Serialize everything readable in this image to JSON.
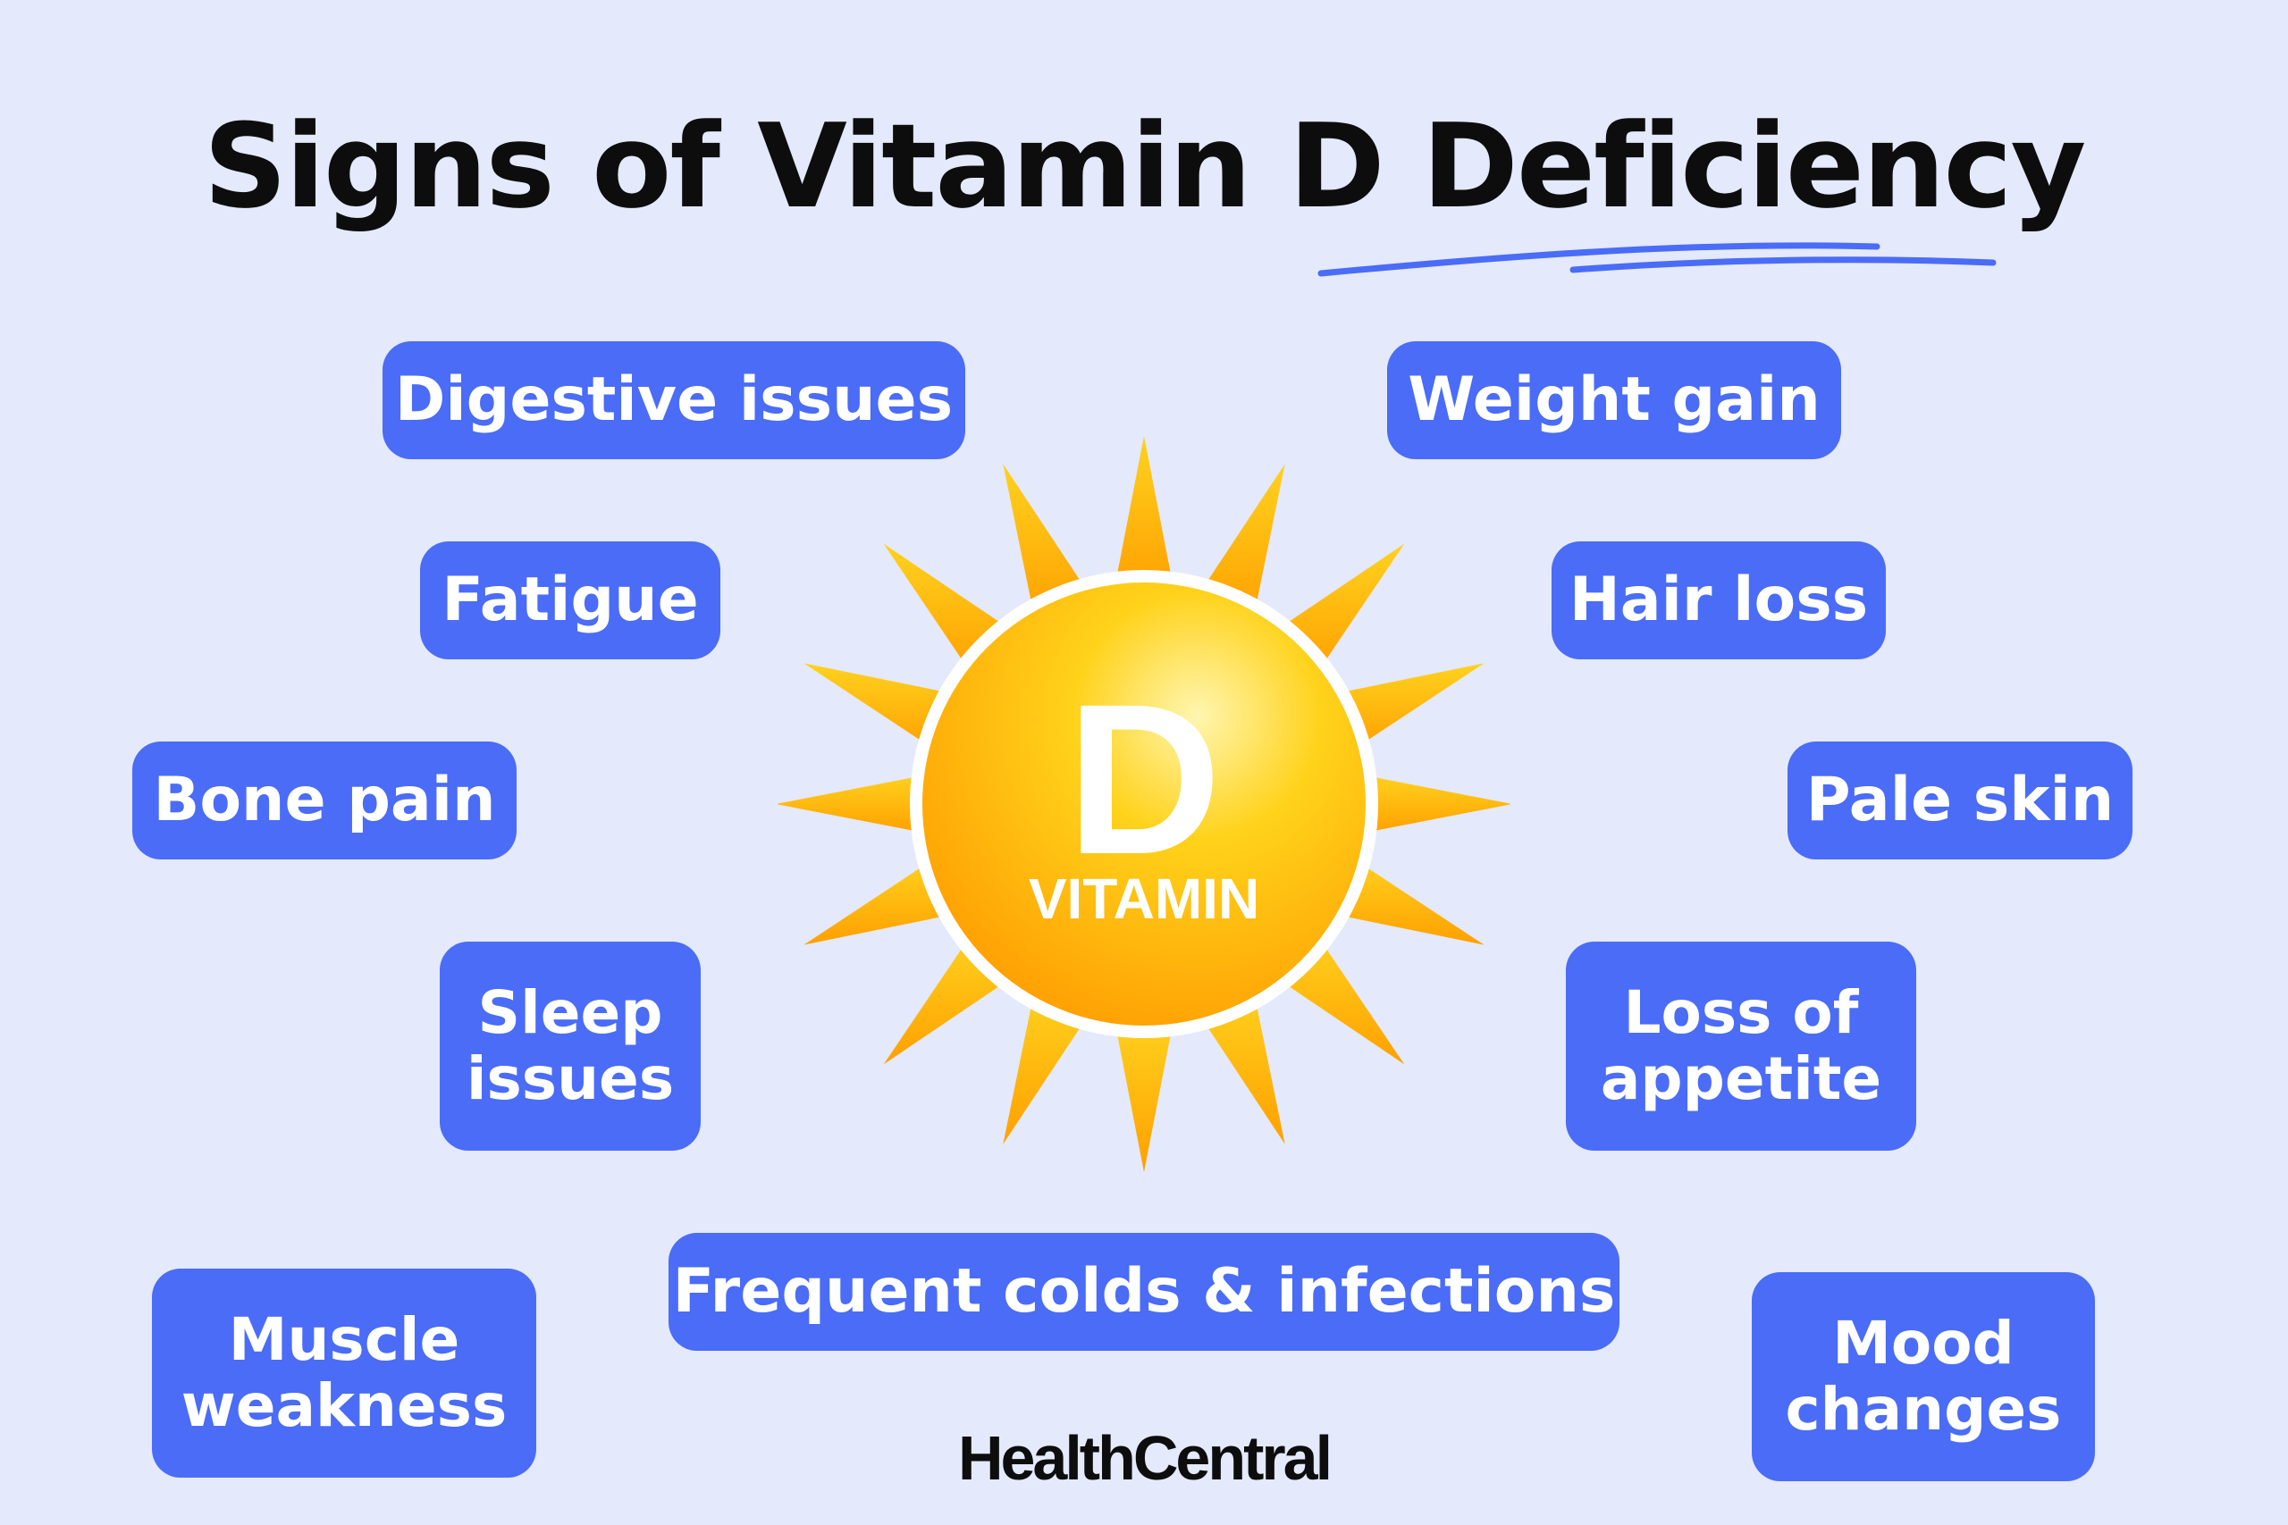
{
  "title": "Signs of Vitamin D Deficiency",
  "center": {
    "letter": "D",
    "label": "VITAMIN"
  },
  "signs": {
    "digestive": "Digestive issues",
    "weight": "Weight gain",
    "fatigue": "Fatigue",
    "hair": "Hair loss",
    "bone": "Bone pain",
    "pale": "Pale skin",
    "sleep": "Sleep issues",
    "appetite": "Loss of appetite",
    "colds": "Frequent colds & infections",
    "muscle": "Muscle weakness",
    "mood": "Mood changes"
  },
  "brand": "HealthCentral",
  "colors": {
    "background": "#e4e9fc",
    "pill": "#4a6cf7",
    "sun": "#ffb300",
    "title": "#0d0d0d"
  }
}
